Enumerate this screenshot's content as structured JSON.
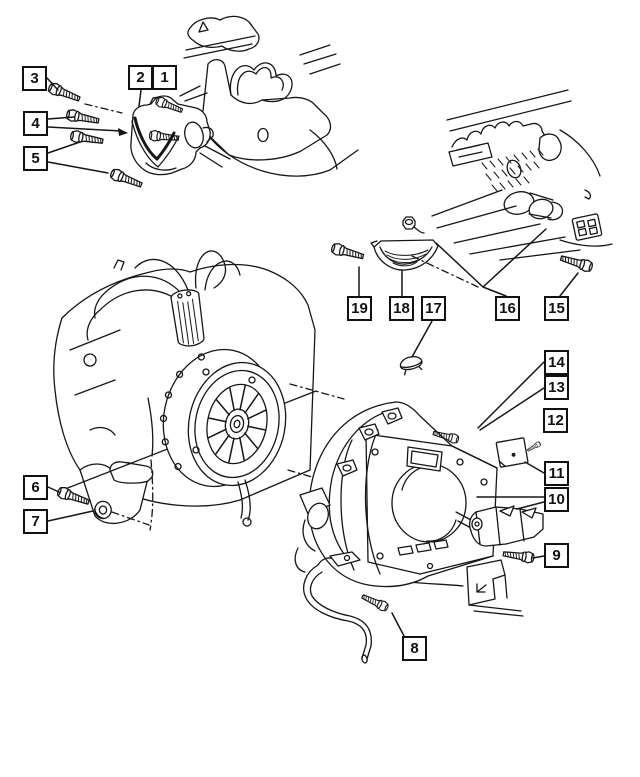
{
  "diagram_type": "exploded-parts-diagram",
  "colors": {
    "line": "#161616",
    "background": "#ffffff"
  },
  "callouts": [
    {
      "label": "1"
    },
    {
      "label": "2"
    },
    {
      "label": "3"
    },
    {
      "label": "4"
    },
    {
      "label": "5"
    },
    {
      "label": "6"
    },
    {
      "label": "7"
    },
    {
      "label": "8"
    },
    {
      "label": "9"
    },
    {
      "label": "10"
    },
    {
      "label": "11"
    },
    {
      "label": "12"
    },
    {
      "label": "13"
    },
    {
      "label": "14"
    },
    {
      "label": "15"
    },
    {
      "label": "16"
    },
    {
      "label": "17"
    },
    {
      "label": "18"
    },
    {
      "label": "19"
    }
  ],
  "art_parts": [
    "housing-cover-with-seal",
    "engine-front-view",
    "engine-right-view",
    "dust-shield",
    "retainer-nut",
    "bellhousing",
    "clutch-pressure-plate",
    "engine-block-left-view",
    "distributor-and-wires",
    "mount-bracket",
    "support-bracket",
    "shim-plate",
    "plug",
    "clutch-line-tube",
    "bolts",
    "washer"
  ]
}
